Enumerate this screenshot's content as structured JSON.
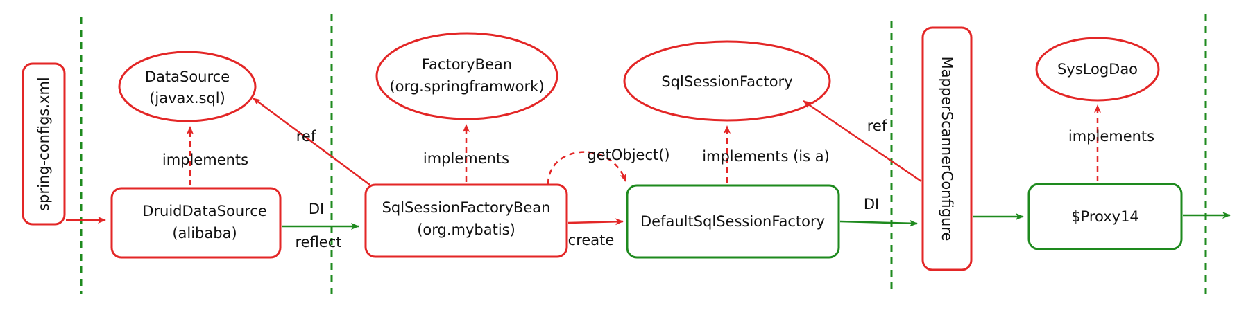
{
  "nodes": {
    "spring_configs": "spring-configs.xml",
    "datasource_line1": "DataSource",
    "datasource_line2": "(javax.sql)",
    "druid_line1": "DruidDataSource",
    "druid_line2": "(alibaba)",
    "factorybean_line1": "FactoryBean",
    "factorybean_line2": "(org.springframwork)",
    "sqlsessionfactorybean_line1": "SqlSessionFactoryBean",
    "sqlsessionfactorybean_line2": "(org.mybatis)",
    "sqlsessionfactory": "SqlSessionFactory",
    "defaultsqlsessionfactory": "DefaultSqlSessionFactory",
    "mapperscanner": "MapperScannerConfigure",
    "syslogdao": "SysLogDao",
    "proxy": "$Proxy14"
  },
  "edges": {
    "implements_1": "implements",
    "ref_1": "ref",
    "di_1": "DI",
    "reflect": "reflect",
    "implements_2": "implements",
    "get_object": "getObject()",
    "create": "create",
    "implements_3": "implements (is a)",
    "ref_2": "ref",
    "di_2": "DI",
    "implements_4": "implements"
  },
  "colors": {
    "red": "#e32626",
    "green": "#1e8a1e"
  }
}
